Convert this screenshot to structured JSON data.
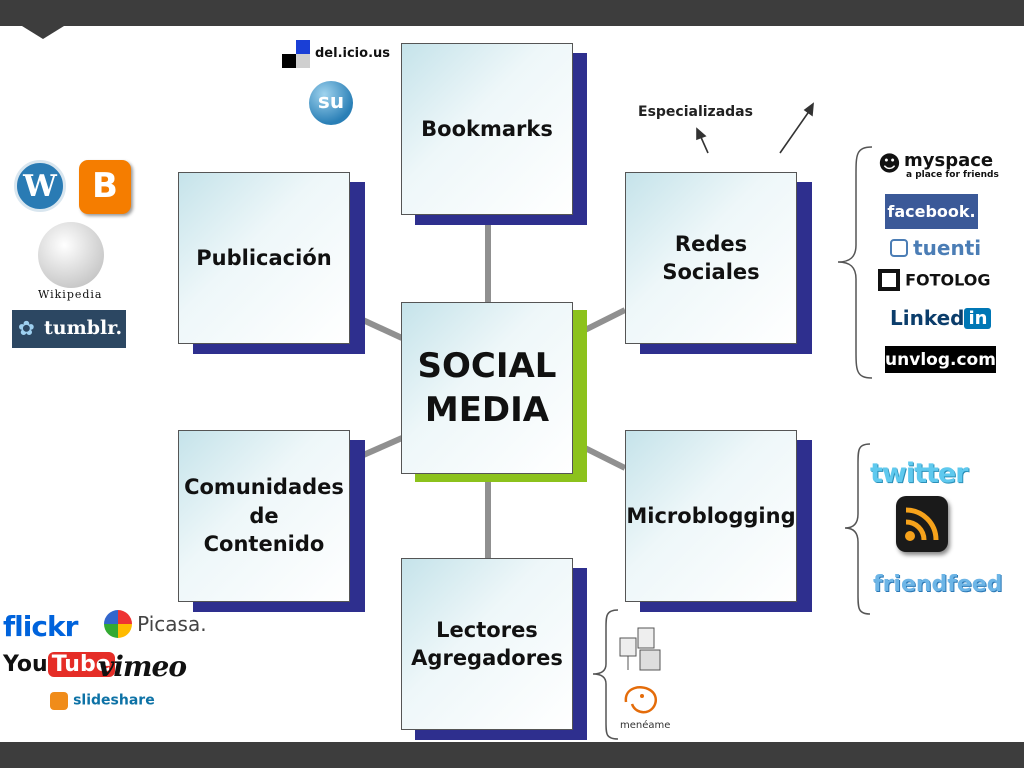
{
  "center": {
    "label": "SOCIAL\nMEDIA"
  },
  "categories": {
    "bookmarks": "Bookmarks",
    "redes": "Redes\nSociales",
    "microblogging": "Microblogging",
    "lectores": "Lectores\nAgregadores",
    "comunidades": "Comunidades\nde\nContenido",
    "publicacion": "Publicación"
  },
  "annotation": {
    "especializadas": "Especializadas"
  },
  "logos": {
    "delicious": "del.icio.us",
    "stumbleupon": "su",
    "wordpress": "W",
    "blogger": "B",
    "wikipedia": "Wikipedia",
    "tumblr": "tumblr.",
    "myspace": "myspace",
    "myspace_tagline": "a place for friends",
    "facebook": "facebook.",
    "tuenti": "tuenti",
    "fotolog": "FOTOLOG",
    "linkedin": "Linked",
    "linkedin_in": "in",
    "unvlog": "unvlog.com",
    "twitter": "twitter",
    "friendfeed": "friendfeed",
    "meneame": "menéame",
    "flickr": "flickr",
    "picasa": "Picasa.",
    "youtube": "You",
    "youtube_tube": "Tube",
    "vimeo": "vimeo",
    "slideshare": "slideshare"
  },
  "colors": {
    "center_shadow": "#8cc21c",
    "box_shadow": "#2e2f8e",
    "connector": "#909090",
    "bars": "#3d3d3d"
  }
}
